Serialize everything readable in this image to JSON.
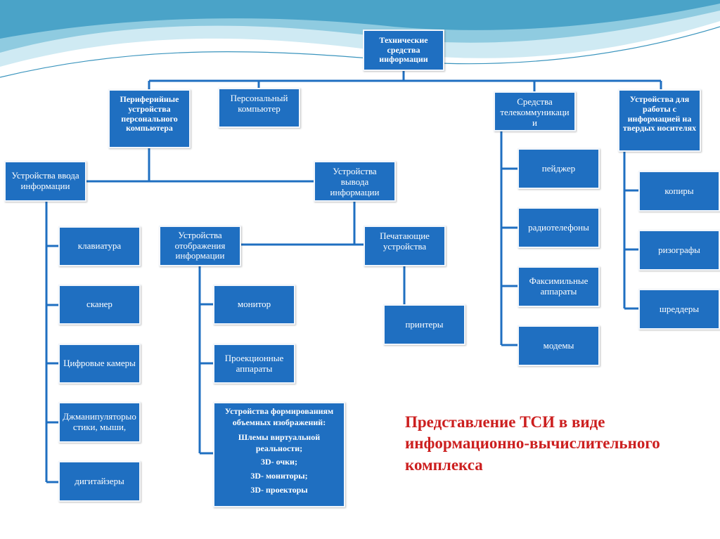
{
  "colors": {
    "box_fill": "#1f6fc1",
    "connector": "#1f6fc1",
    "title_text": "#cc1f1f",
    "wave_light": "#bfe3ef",
    "wave_mid": "#7fc3dc",
    "wave_dark": "#3f9cc2"
  },
  "root": "Технические средства информации",
  "categories": {
    "peripheral": "Периферийные устройства персонального компьютера",
    "pc": "Персональный компьютер",
    "telecom": "Средства телекоммуникаци и",
    "solid_media": "Устройства для работы с информацией на твердых носителях"
  },
  "input_devices": {
    "label": "Устройства ввода информации",
    "items": [
      "клавиатура",
      "сканер",
      "Цифровые камеры",
      "Джманипуляторыо стики, мыши,",
      "дигитайзеры"
    ]
  },
  "output_devices": {
    "label": "Устройства вывода информации"
  },
  "display_devices": {
    "label": "Устройства отображения информации",
    "items": [
      "монитор",
      "Проекционные аппараты"
    ],
    "volumetric": [
      "Устройства формированиям объемных изображений:",
      "Шлемы виртуальной реальности;",
      "3D- очки;",
      "3D- мониторы;",
      "3D- проекторы"
    ]
  },
  "printing_devices": {
    "label": "Печатающие устройства",
    "items": [
      "принтеры"
    ]
  },
  "telecom_items": [
    "пейджер",
    "радиотелефоны",
    "Факсимильные аппараты",
    "модемы"
  ],
  "solid_media_items": [
    "копиры",
    "ризографы",
    "шреддеры"
  ],
  "caption": [
    "Представление ТСИ в виде",
    "информационно-вычислительного",
    "комплекса"
  ]
}
